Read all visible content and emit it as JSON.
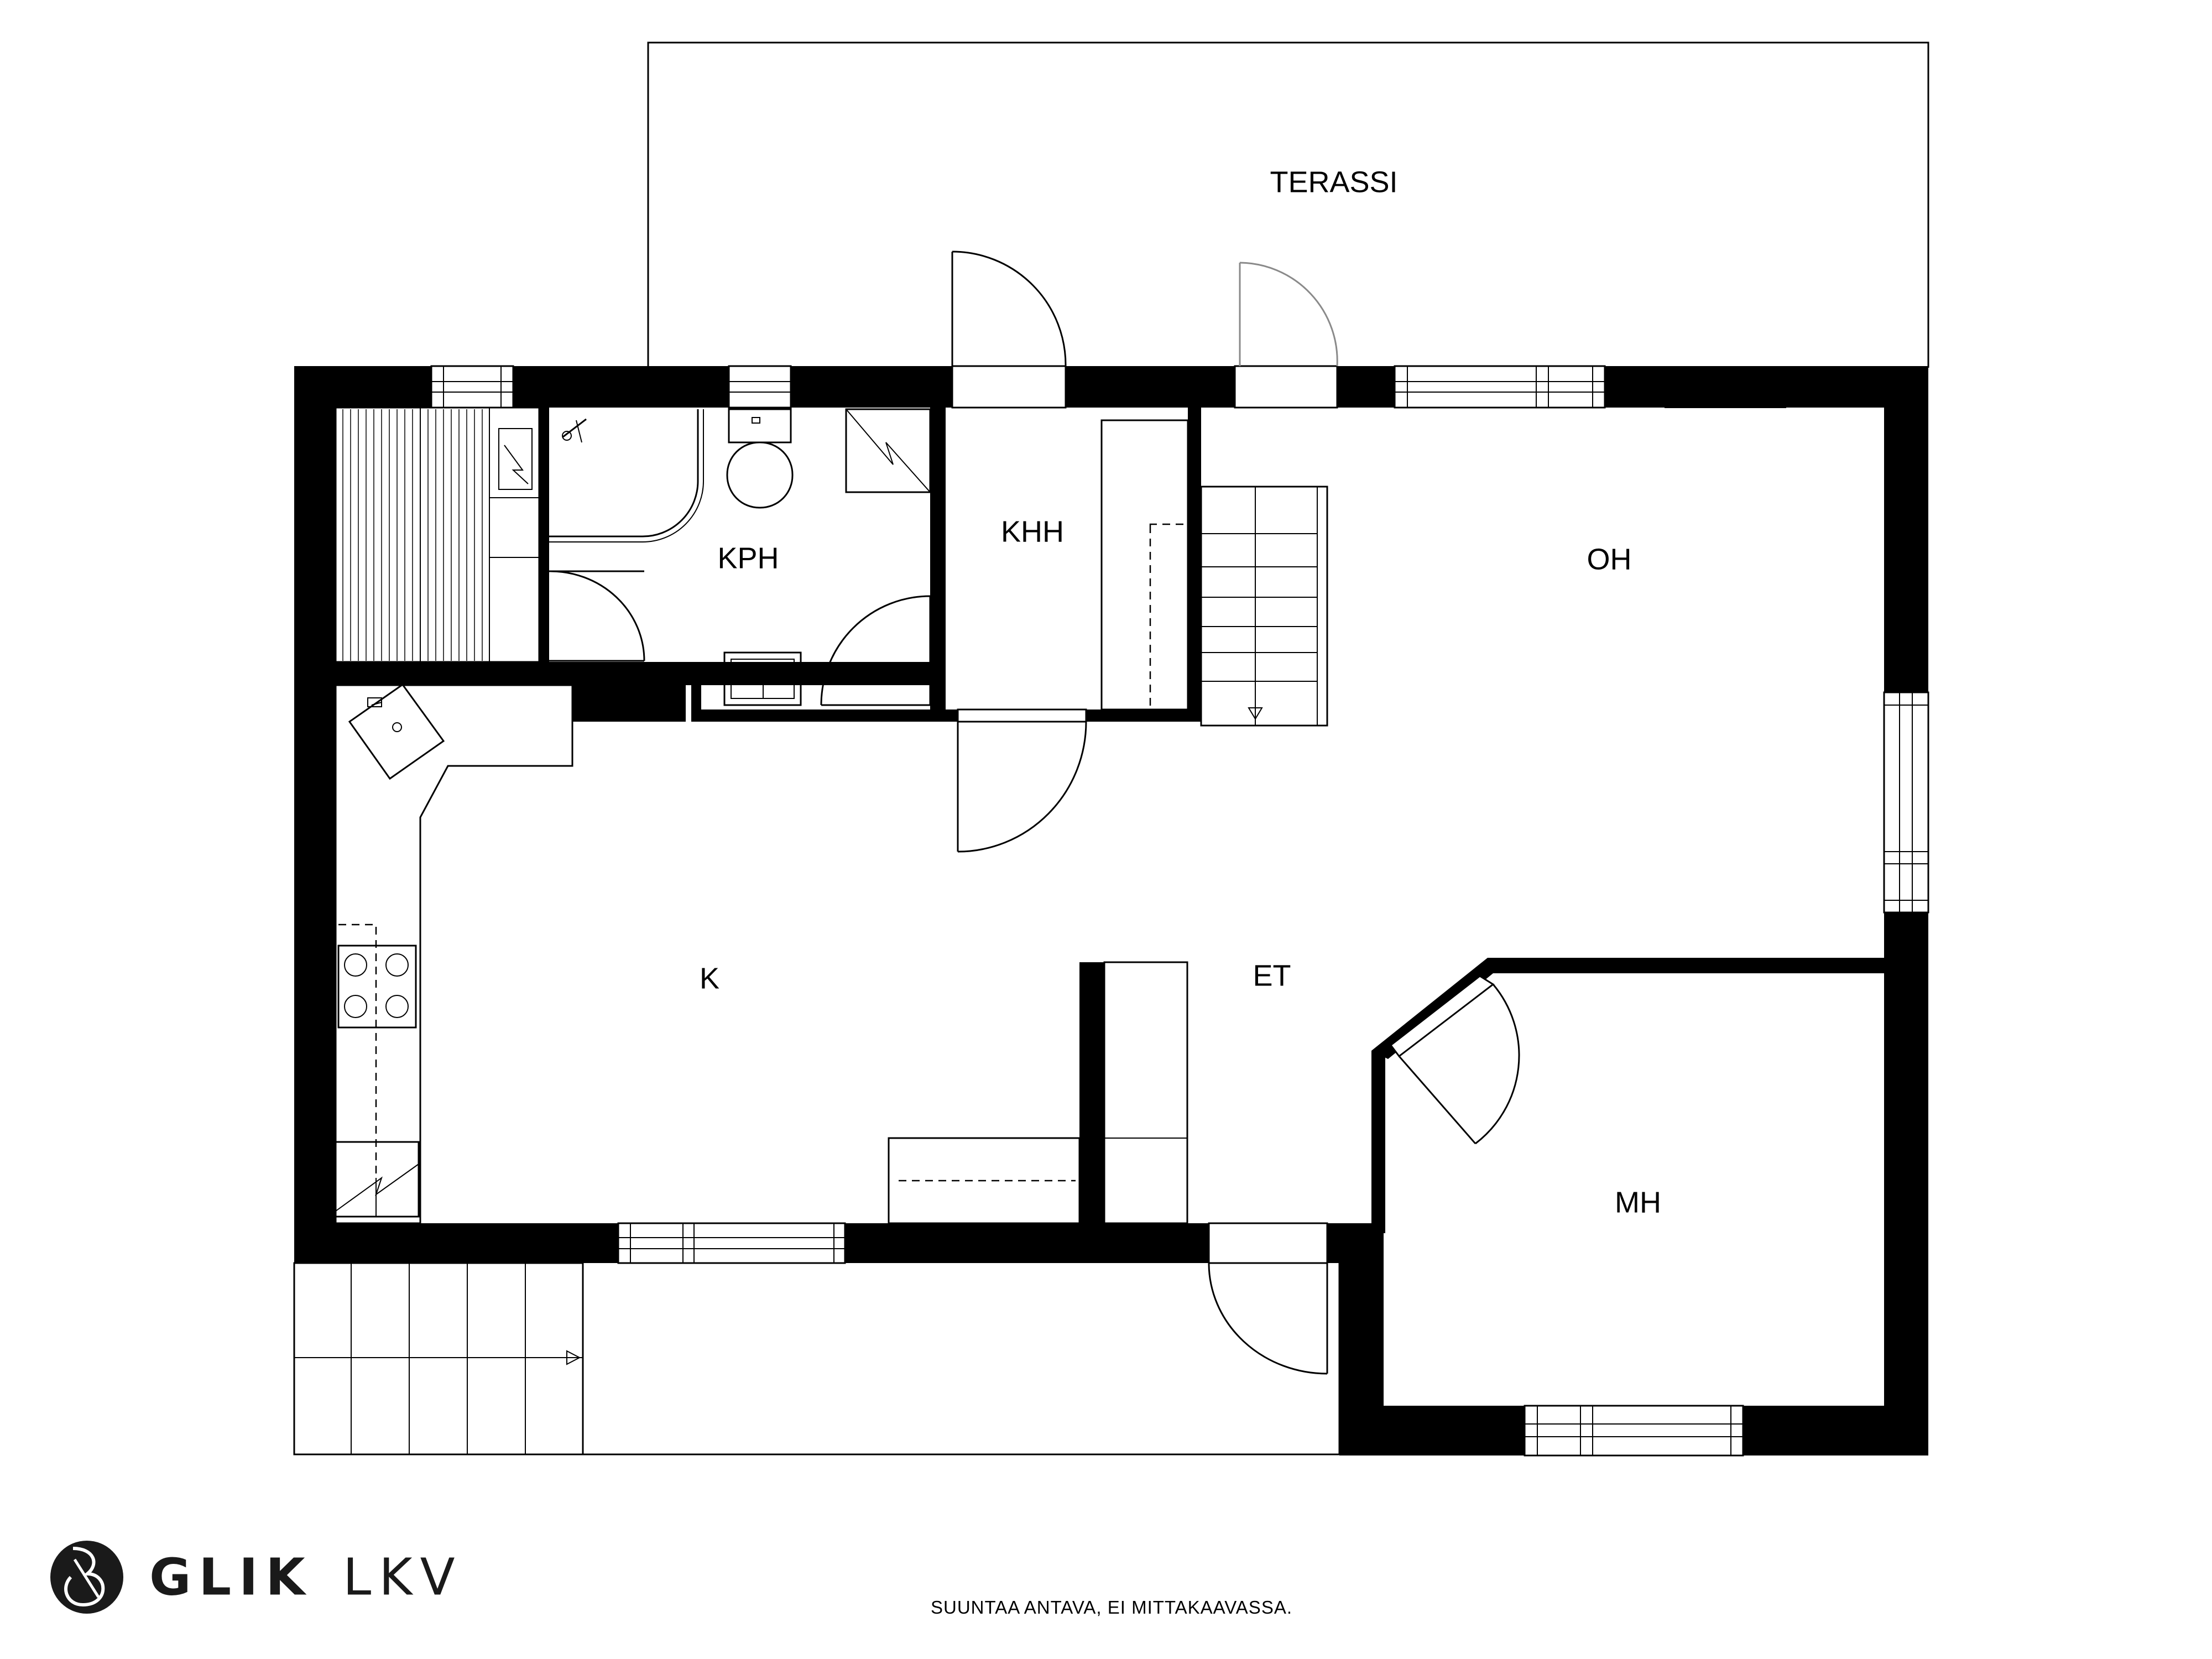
{
  "rooms": {
    "terrace": "TERASSI",
    "bathroom": "KPH",
    "utility": "KHH",
    "living": "OH",
    "kitchen": "K",
    "hall": "ET",
    "bedroom": "MH"
  },
  "footer": {
    "brand_bold": "GLIK",
    "brand_light": "LKV",
    "disclaimer": "SUUNTAA ANTAVA, EI MITTAKAAVASSA."
  },
  "icons": {
    "brand_logo": "glik-logo-icon"
  },
  "colors": {
    "wall": "#000000",
    "background": "#ffffff"
  }
}
